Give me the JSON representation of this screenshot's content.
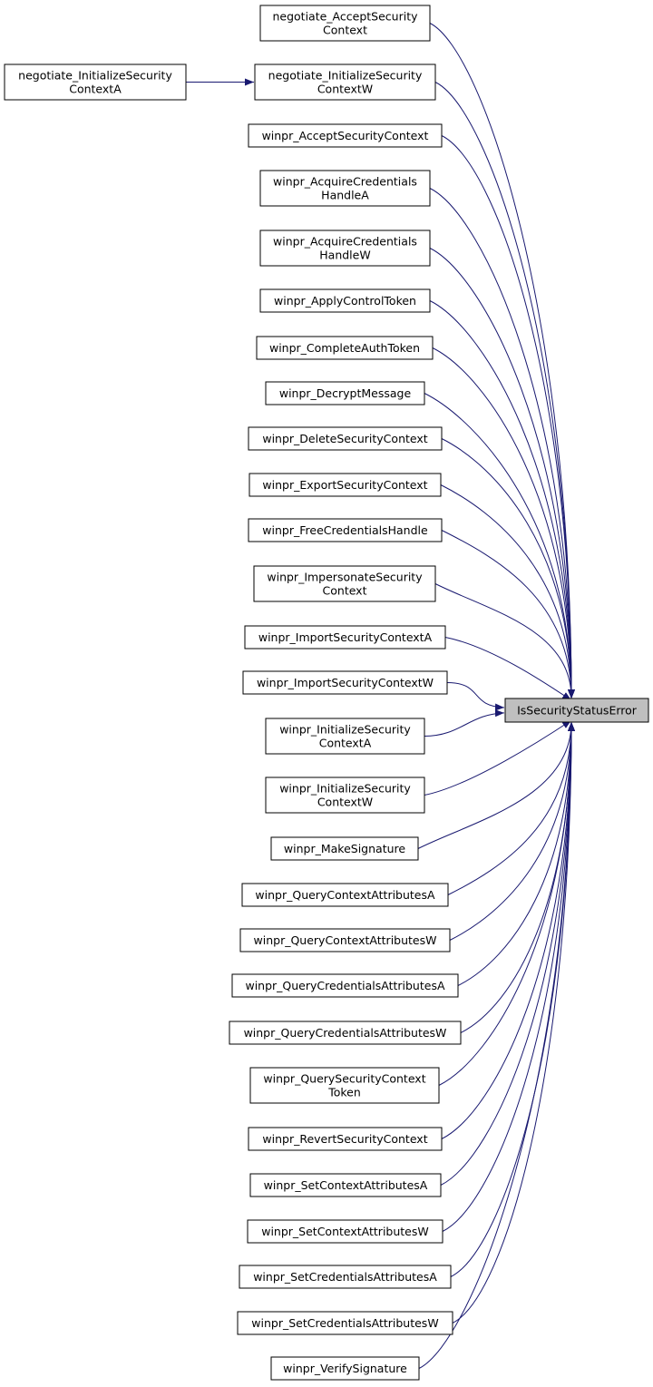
{
  "diagram": {
    "target": {
      "lines": [
        "IsSecurityStatusError"
      ]
    },
    "colors": {
      "edge": "#191970",
      "target_fill": "#bfbfbf",
      "node_fill": "#ffffff",
      "border": "#000000"
    },
    "callers": [
      {
        "id": "n1",
        "lines": [
          "negotiate_AcceptSecurity",
          "Context"
        ]
      },
      {
        "id": "n2",
        "lines": [
          "negotiate_InitializeSecurity",
          "ContextW"
        ]
      },
      {
        "id": "n3",
        "lines": [
          "winpr_AcceptSecurityContext"
        ]
      },
      {
        "id": "n4",
        "lines": [
          "winpr_AcquireCredentials",
          "HandleA"
        ]
      },
      {
        "id": "n5",
        "lines": [
          "winpr_AcquireCredentials",
          "HandleW"
        ]
      },
      {
        "id": "n6",
        "lines": [
          "winpr_ApplyControlToken"
        ]
      },
      {
        "id": "n7",
        "lines": [
          "winpr_CompleteAuthToken"
        ]
      },
      {
        "id": "n8",
        "lines": [
          "winpr_DecryptMessage"
        ]
      },
      {
        "id": "n9",
        "lines": [
          "winpr_DeleteSecurityContext"
        ]
      },
      {
        "id": "n10",
        "lines": [
          "winpr_ExportSecurityContext"
        ]
      },
      {
        "id": "n11",
        "lines": [
          "winpr_FreeCredentialsHandle"
        ]
      },
      {
        "id": "n12",
        "lines": [
          "winpr_ImpersonateSecurity",
          "Context"
        ]
      },
      {
        "id": "n13",
        "lines": [
          "winpr_ImportSecurityContextA"
        ]
      },
      {
        "id": "n14",
        "lines": [
          "winpr_ImportSecurityContextW"
        ]
      },
      {
        "id": "n15",
        "lines": [
          "winpr_InitializeSecurity",
          "ContextA"
        ]
      },
      {
        "id": "n16",
        "lines": [
          "winpr_InitializeSecurity",
          "ContextW"
        ]
      },
      {
        "id": "n17",
        "lines": [
          "winpr_MakeSignature"
        ]
      },
      {
        "id": "n18",
        "lines": [
          "winpr_QueryContextAttributesA"
        ]
      },
      {
        "id": "n19",
        "lines": [
          "winpr_QueryContextAttributesW"
        ]
      },
      {
        "id": "n20",
        "lines": [
          "winpr_QueryCredentialsAttributesA"
        ]
      },
      {
        "id": "n21",
        "lines": [
          "winpr_QueryCredentialsAttributesW"
        ]
      },
      {
        "id": "n22",
        "lines": [
          "winpr_QuerySecurityContext",
          "Token"
        ]
      },
      {
        "id": "n23",
        "lines": [
          "winpr_RevertSecurityContext"
        ]
      },
      {
        "id": "n24",
        "lines": [
          "winpr_SetContextAttributesA"
        ]
      },
      {
        "id": "n25",
        "lines": [
          "winpr_SetContextAttributesW"
        ]
      },
      {
        "id": "n26",
        "lines": [
          "winpr_SetCredentialsAttributesA"
        ]
      },
      {
        "id": "n27",
        "lines": [
          "winpr_SetCredentialsAttributesW"
        ]
      },
      {
        "id": "n28",
        "lines": [
          "winpr_VerifySignature"
        ]
      }
    ],
    "second_level": [
      {
        "id": "m1",
        "calls": "n2",
        "lines": [
          "negotiate_InitializeSecurity",
          "ContextA"
        ]
      }
    ]
  }
}
